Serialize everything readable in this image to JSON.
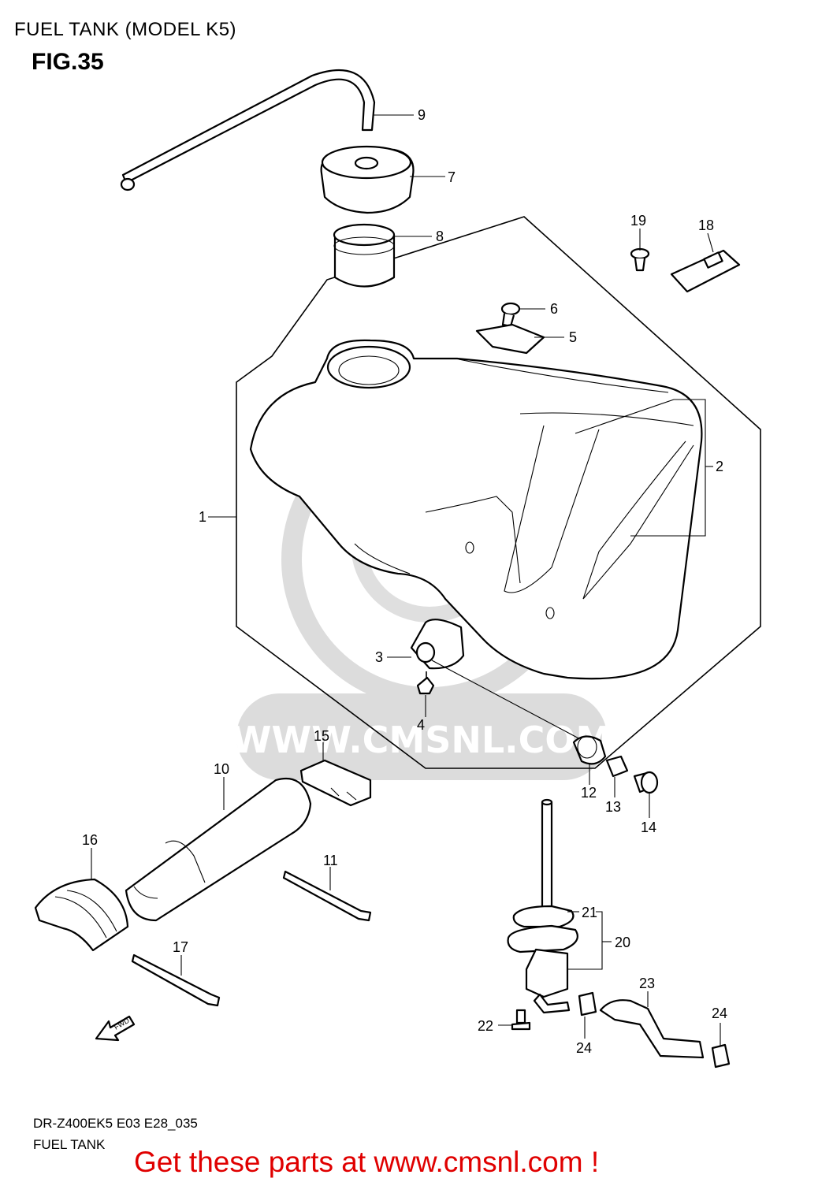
{
  "header": {
    "title": "FUEL TANK (MODEL K5)",
    "fig": "FIG.35"
  },
  "watermark": {
    "url": "WWW.CMSNL.COM"
  },
  "callouts": [
    {
      "id": "1",
      "label": "1"
    },
    {
      "id": "2",
      "label": "2"
    },
    {
      "id": "3",
      "label": "3"
    },
    {
      "id": "4",
      "label": "4"
    },
    {
      "id": "5",
      "label": "5"
    },
    {
      "id": "6",
      "label": "6"
    },
    {
      "id": "7",
      "label": "7"
    },
    {
      "id": "8",
      "label": "8"
    },
    {
      "id": "9",
      "label": "9"
    },
    {
      "id": "10",
      "label": "10"
    },
    {
      "id": "11",
      "label": "11"
    },
    {
      "id": "12",
      "label": "12"
    },
    {
      "id": "13",
      "label": "13"
    },
    {
      "id": "14",
      "label": "14"
    },
    {
      "id": "15",
      "label": "15"
    },
    {
      "id": "16",
      "label": "16"
    },
    {
      "id": "17",
      "label": "17"
    },
    {
      "id": "18",
      "label": "18"
    },
    {
      "id": "19",
      "label": "19"
    },
    {
      "id": "20",
      "label": "20"
    },
    {
      "id": "21",
      "label": "21"
    },
    {
      "id": "22",
      "label": "22"
    },
    {
      "id": "23",
      "label": "23"
    },
    {
      "id": "24a",
      "label": "24"
    },
    {
      "id": "24b",
      "label": "24"
    }
  ],
  "fwd_label": "FWD",
  "footer": {
    "model_code": "DR-Z400EK5 E03 E28_035",
    "name": "FUEL TANK",
    "cta": "Get these parts at www.cmsnl.com !"
  }
}
